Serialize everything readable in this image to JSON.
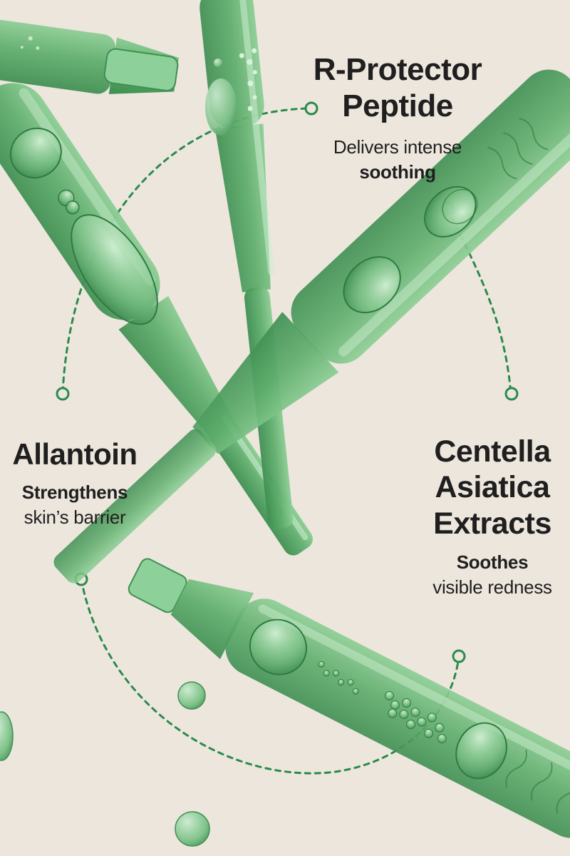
{
  "palette": {
    "background": "#ede6dd",
    "tube_green": "#5fad6e",
    "dotted_line": "#2b8a4c",
    "text": "#1f1f1f"
  },
  "ingredients": [
    {
      "id": "r-protector",
      "title_lines": [
        "R-Protector",
        "Peptide"
      ],
      "desc_plain": "Delivers intense",
      "desc_bold": "soothing"
    },
    {
      "id": "allantoin",
      "title_lines": [
        "Allantoin"
      ],
      "desc_bold": "Strengthens",
      "desc_plain": "skin’s barrier"
    },
    {
      "id": "centella",
      "title_lines": [
        "Centella",
        "Asiatica",
        "Extracts"
      ],
      "desc_bold": "Soothes",
      "desc_plain": "visible redness"
    }
  ]
}
